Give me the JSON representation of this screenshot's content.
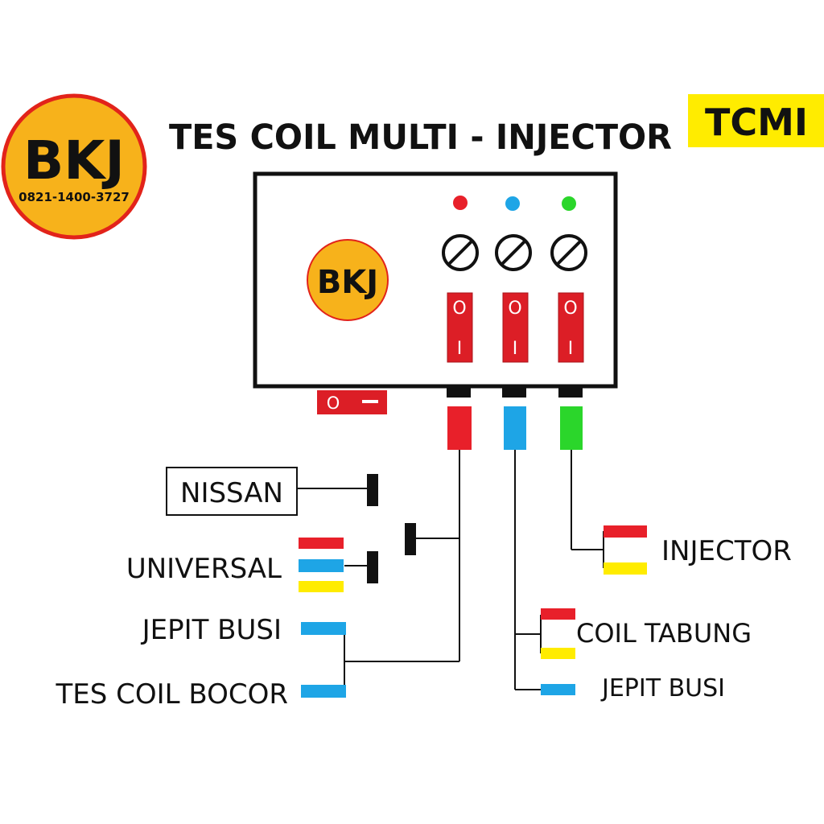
{
  "title": "TES COIL MULTI - INJECTOR",
  "badge": "TCMI",
  "logo": {
    "text": "BKJ",
    "phone": "0821-1400-3727"
  },
  "device_logo": "BKJ",
  "colors": {
    "red": "#e8202a",
    "blue": "#1ea5e6",
    "green": "#2bd62b",
    "yellow": "#ffec00",
    "switch_red": "#dc1e26",
    "logo_fill": "#f7b21b",
    "logo_ring": "#e2231a",
    "badge_yellow": "#ffec00"
  },
  "switch_symbols": {
    "off": "O",
    "on": "I"
  },
  "labels": {
    "nissan": "NISSAN",
    "universal": "UNIVERSAL",
    "jepit_busi_left": "JEPIT BUSI",
    "tes_coil_bocor": "TES COIL BOCOR",
    "injector": "INJECTOR",
    "coil_tabung": "COIL TABUNG",
    "jepit_busi_right": "JEPIT BUSI"
  }
}
